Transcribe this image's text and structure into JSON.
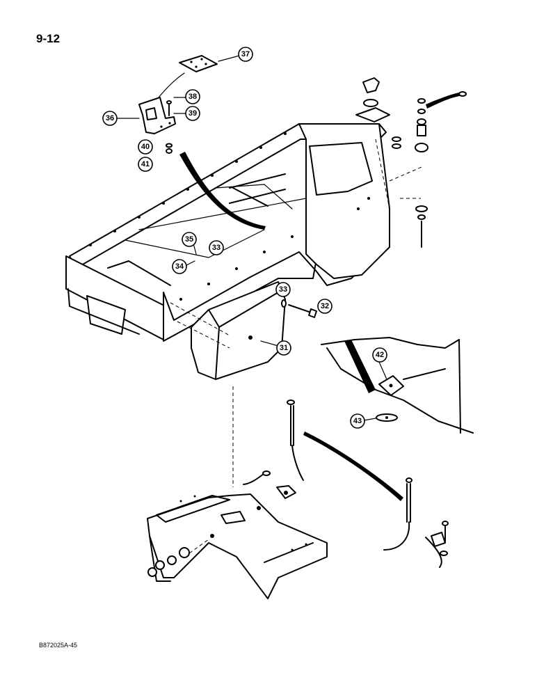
{
  "page_number": "9-12",
  "document_code": "B872025A-45",
  "callouts": [
    {
      "label": "31"
    },
    {
      "label": "32"
    },
    {
      "label": "33"
    },
    {
      "label": "33"
    },
    {
      "label": "34"
    },
    {
      "label": "35"
    },
    {
      "label": "36"
    },
    {
      "label": "37"
    },
    {
      "label": "38"
    },
    {
      "label": "39"
    },
    {
      "label": "40"
    },
    {
      "label": "41"
    },
    {
      "label": "42"
    },
    {
      "label": "43"
    }
  ]
}
